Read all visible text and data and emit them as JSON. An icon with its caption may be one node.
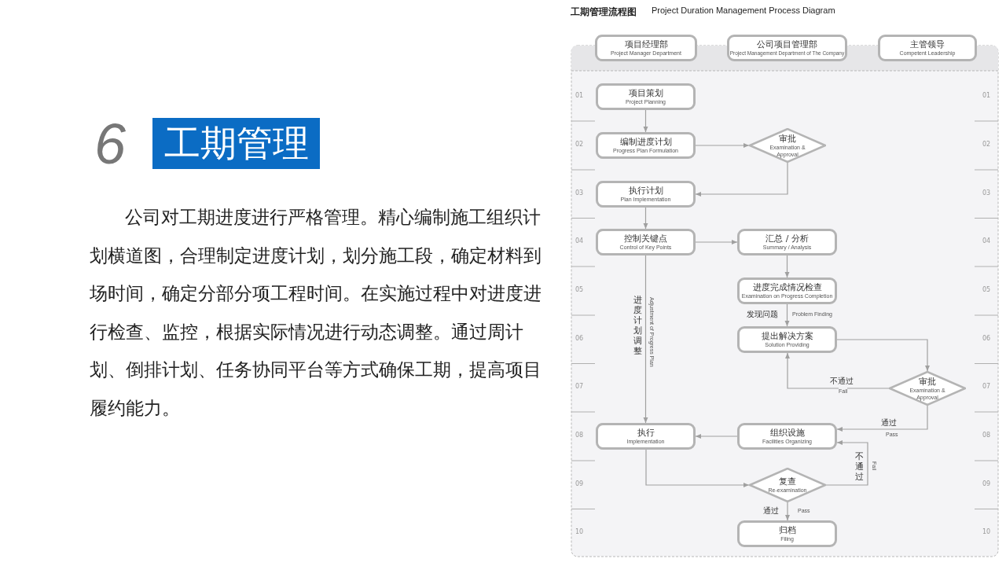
{
  "diagram": {
    "title": "工期管理",
    "nodes": [
      {
        "text": [
          "项目经理部",
          "Project Manager Department"
        ]
      },
      {
        "text": [
          "公司项目管理部",
          "Project Management Department of The Company"
        ]
      },
      {
        "text": [
          "主管领导",
          "Competent Leadership"
        ]
      },
      {
        "text": [
          "项目策划",
          "Project Planning"
        ]
      },
      {
        "text": [
          "编制进度计划",
          "Progress Plan Formulation"
        ]
      },
      {
        "text": [
          "审批",
          "Examination & Approval"
        ]
      },
      {
        "text": [
          "执行计划",
          "Plan Implementation"
        ]
      },
      {
        "text": [
          "控制关键点",
          "Control of Key Points"
        ]
      },
      {
        "text": [
          "汇总 / 分析",
          "Summary / Analysis"
        ]
      },
      {
        "text": [
          "进度完成情况检查",
          "Examination on Progress Completion"
        ]
      },
      {
        "text": [
          "提出解决方案",
          "Solution Providing"
        ]
      },
      {
        "text": [
          "审批",
          "Examination & Approval"
        ]
      },
      {
        "text": [
          "执行",
          "Implementation"
        ]
      },
      {
        "text": [
          "组织设施",
          "Facilities Organizing"
        ]
      },
      {
        "text": [
          "复查",
          "Re-examination"
        ]
      },
      {
        "text": [
          "归档",
          "Filing"
        ]
      }
    ],
    "edges": [
      {
        "from": 3,
        "to": 4,
        "arrow": "to"
      },
      {
        "from": 4,
        "to": 5,
        "arrow": "to"
      },
      {
        "from": 5,
        "to": 6,
        "arrow": "to"
      },
      {
        "from": 6,
        "to": 7,
        "arrow": "to"
      },
      {
        "from": 7,
        "to": 8,
        "arrow": "to"
      },
      {
        "from": 8,
        "to": 9,
        "arrow": "to"
      },
      {
        "from": 9,
        "to": 10,
        "arrow": "to",
        "label": "发现问题"
      },
      {
        "from": 10,
        "to": 11,
        "arrow": "to"
      },
      {
        "from": 11,
        "to": 10,
        "arrow": "to",
        "label": "不通过"
      },
      {
        "from": 11,
        "to": 13,
        "arrow": "to",
        "label": "通过"
      },
      {
        "from": 7,
        "to": 12,
        "arrow": "to",
        "label": "进度计划调整"
      },
      {
        "from": 13,
        "to": 12,
        "arrow": "to"
      },
      {
        "from": 12,
        "to": 14,
        "arrow": "to"
      },
      {
        "from": 14,
        "to": 13,
        "arrow": "to",
        "label": "不通过"
      },
      {
        "from": 14,
        "to": 15,
        "arrow": "to",
        "label": "通过"
      }
    ],
    "labels": [
      "6",
      "公司对工期进度进行严格管理。精心编制施工组织计划横道图，合理制定进度计划，划分施工段，确定材料到场时间，确定分部分项工程时间。在实施过程中对进度进行检查、监控，根据实际情况进行动态调整。通过周计划、倒排计划、任务协同平台等方式确保工期，提高项目履约能力。",
      "工期管理流程图",
      "Project Duration Management Process Diagram",
      "01",
      "01",
      "02",
      "02",
      "03",
      "03",
      "04",
      "04",
      "05",
      "05",
      "06",
      "06",
      "07",
      "07",
      "08",
      "08",
      "09",
      "09",
      "10",
      "10",
      "Problem Finding",
      "Adjustment of Progress Plan",
      "Fail",
      "Pass",
      "Fail",
      "Pass"
    ]
  }
}
